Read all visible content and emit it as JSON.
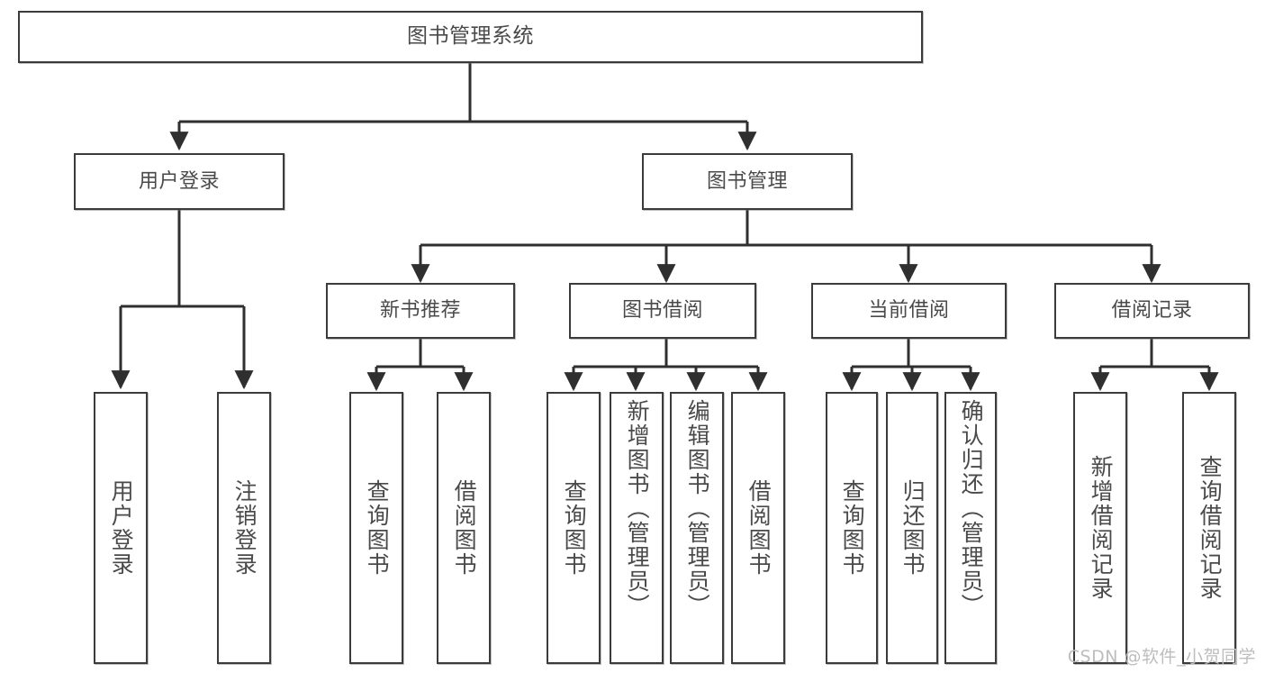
{
  "diagram": {
    "type": "tree-hierarchy-chart",
    "title": "图书管理系统",
    "colors": {
      "box_border": "#3b3b3b",
      "box_fill": "#ffffff",
      "text": "#4a4a4a",
      "edge": "#2f2f2f",
      "watermark": "#bdbdbd",
      "background": "#ffffff"
    },
    "root": {
      "label": "图书管理系统"
    },
    "level1": [
      {
        "label": "用户登录"
      },
      {
        "label": "图书管理"
      }
    ],
    "level2": [
      {
        "label": "新书推荐"
      },
      {
        "label": "图书借阅"
      },
      {
        "label": "当前借阅"
      },
      {
        "label": "借阅记录"
      }
    ],
    "leaves": {
      "user_login": [
        {
          "label": "用户登录"
        },
        {
          "label": "注销登录"
        }
      ],
      "new_book_recommend": [
        {
          "label": "查询图书"
        },
        {
          "label": "借阅图书"
        }
      ],
      "book_borrow": [
        {
          "label": "查询图书"
        },
        {
          "label": "新增图书（管理员）"
        },
        {
          "label": "编辑图书（管理员）"
        },
        {
          "label": "借阅图书"
        }
      ],
      "current_borrow": [
        {
          "label": "查询图书"
        },
        {
          "label": "归还图书"
        },
        {
          "label": "确认归还（管理员）"
        }
      ],
      "borrow_records": [
        {
          "label": "新增借阅记录"
        },
        {
          "label": "查询借阅记录"
        }
      ]
    }
  },
  "watermark": {
    "text": "CSDN @软件_小贺同学"
  }
}
